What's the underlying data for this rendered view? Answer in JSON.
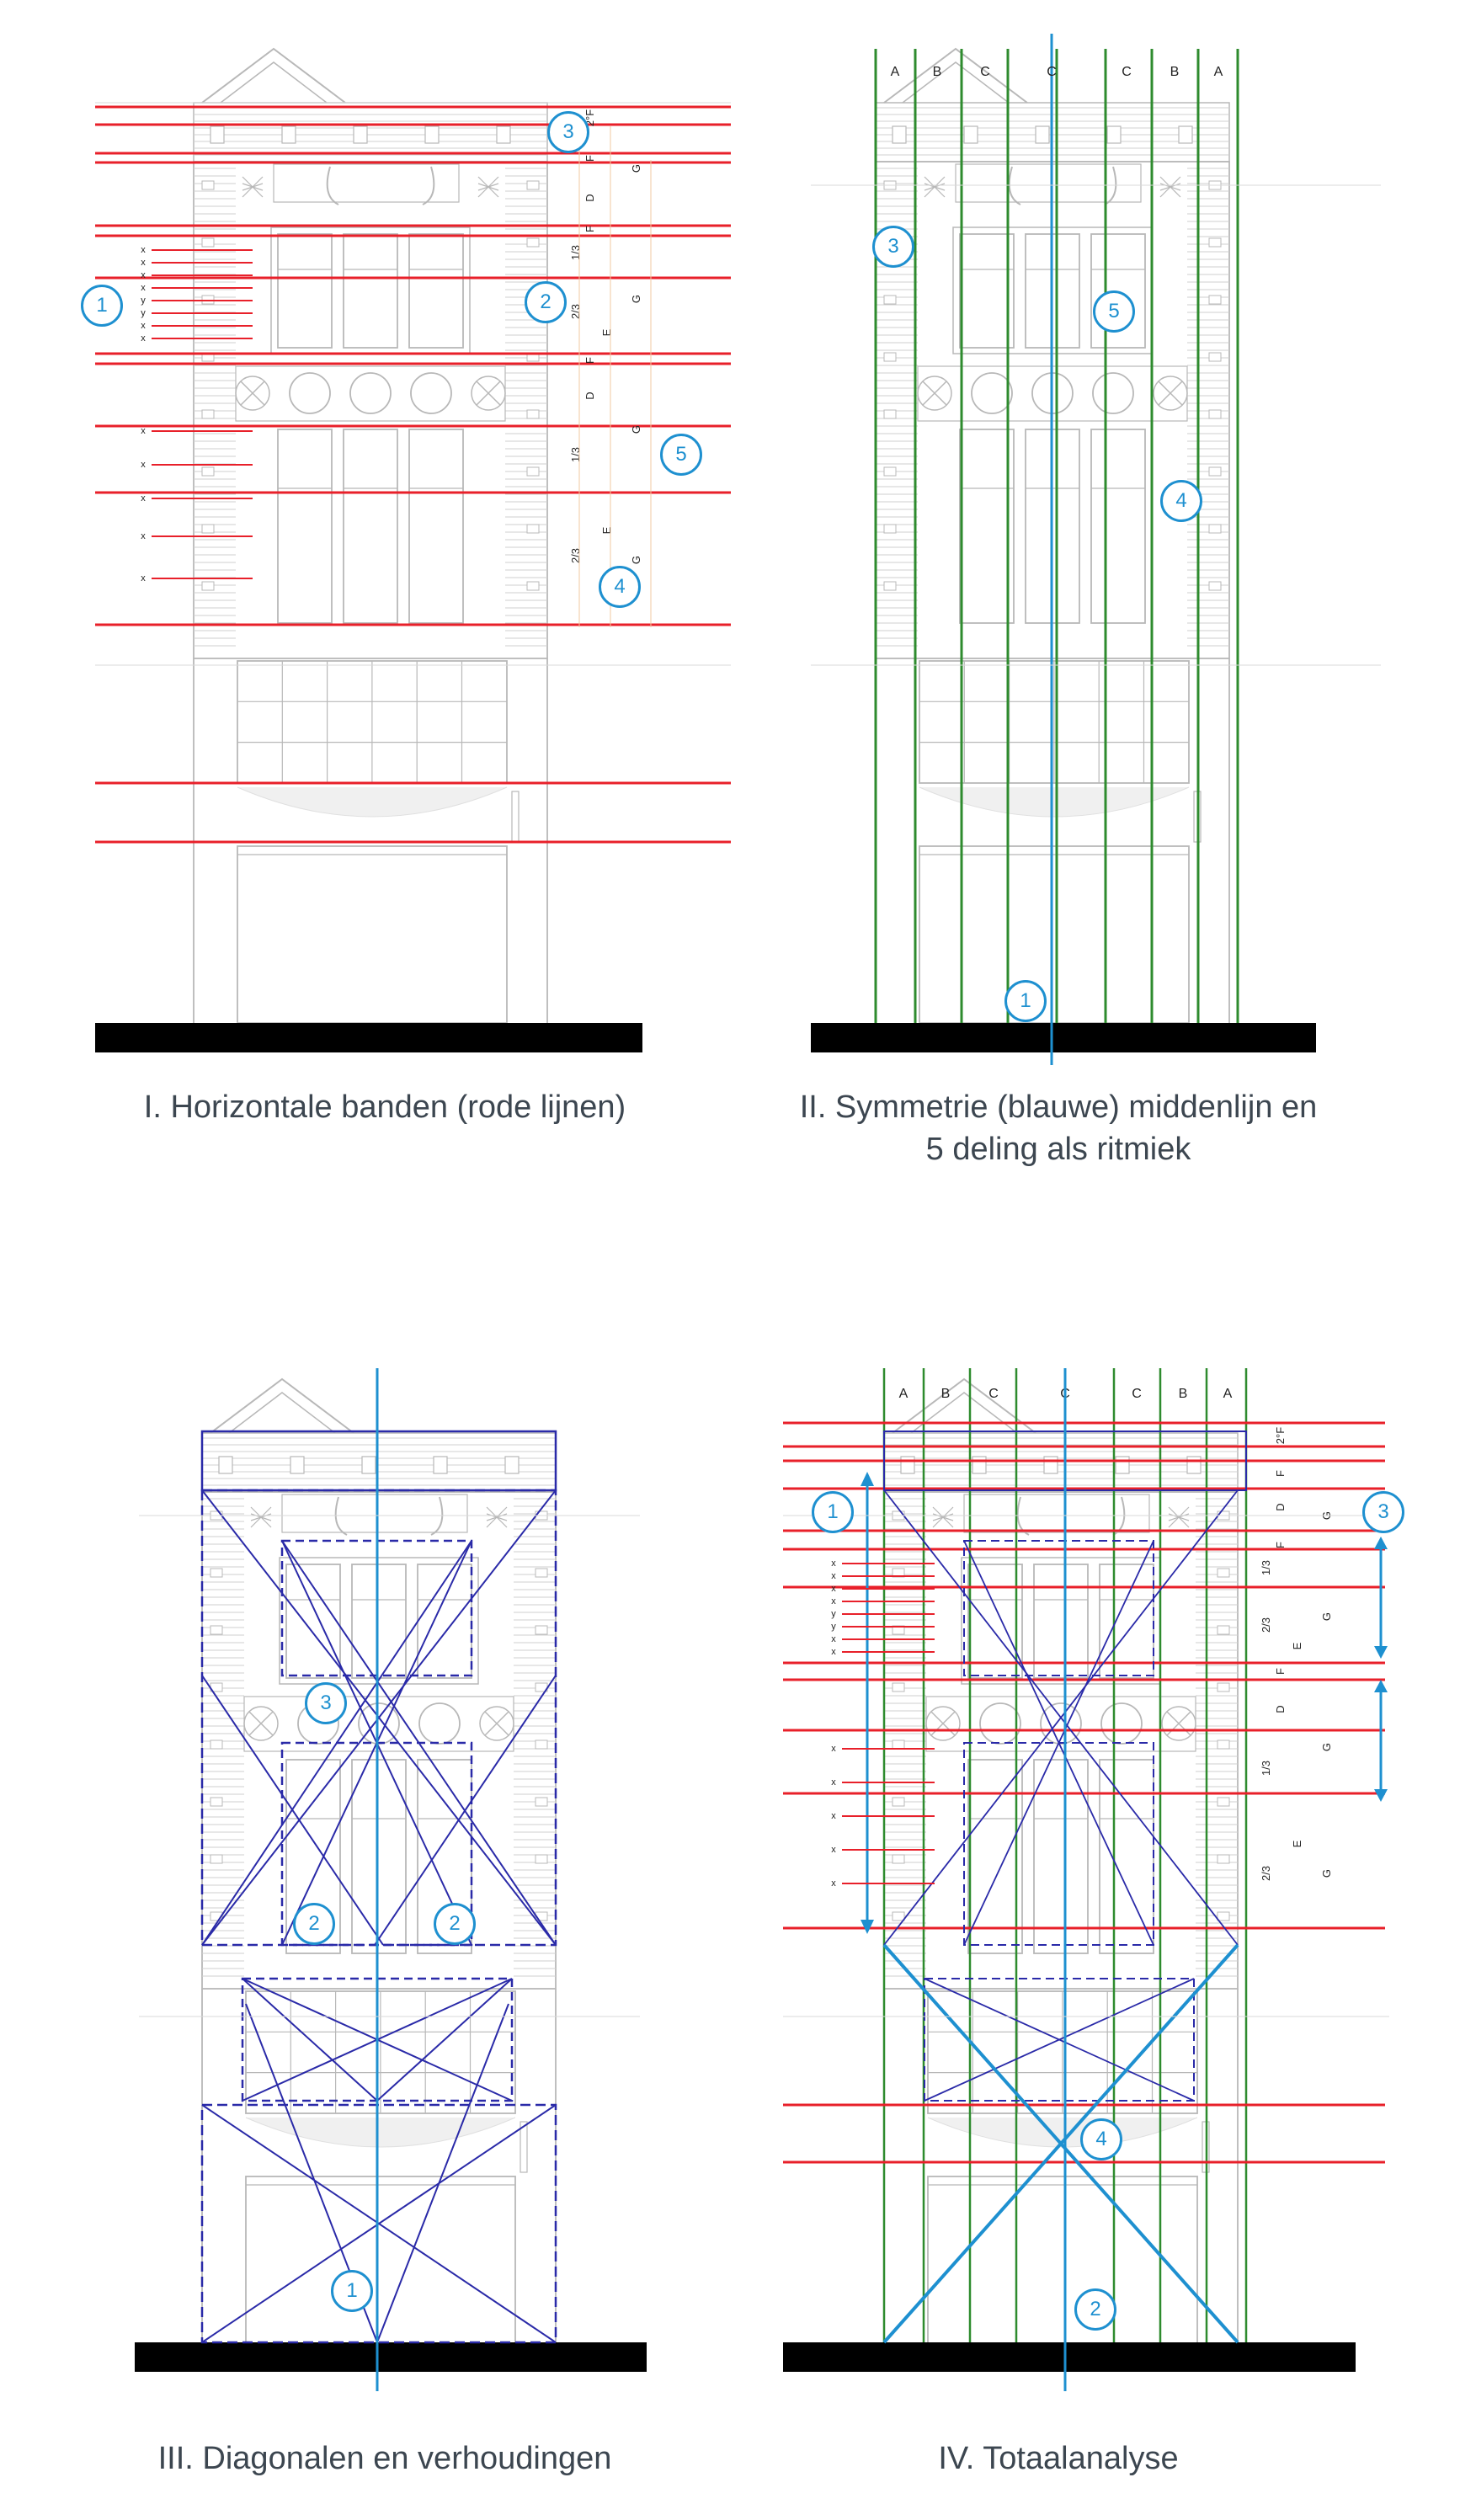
{
  "panels": [
    {
      "id": "I",
      "caption_lines": [
        "I. Horizontale banden (rode lijnen)"
      ],
      "markers": [
        "1",
        "2",
        "3",
        "4",
        "5"
      ],
      "dim_labels": [
        "2°F",
        "F",
        "G",
        "D",
        "F",
        "1/3",
        "2/3",
        "E",
        "G",
        "F",
        "D",
        "G",
        "1/3",
        "E",
        "2/3",
        "G"
      ],
      "tick_labels": [
        "x",
        "x",
        "x",
        "x",
        "y",
        "y",
        "x",
        "x",
        "x",
        "x",
        "x",
        "x",
        "x"
      ]
    },
    {
      "id": "II",
      "caption_lines": [
        "II. Symmetrie (blauwe) middenlijn en",
        "5 deling als ritmiek"
      ],
      "markers": [
        "1",
        "3",
        "4",
        "5"
      ],
      "column_labels": [
        "A",
        "B",
        "C",
        "C",
        "C",
        "B",
        "A"
      ]
    },
    {
      "id": "III",
      "caption_lines": [
        "III. Diagonalen en verhoudingen"
      ],
      "markers": [
        "1",
        "2",
        "2",
        "3"
      ]
    },
    {
      "id": "IV",
      "caption_lines": [
        "IV. Totaalanalyse"
      ],
      "markers": [
        "1",
        "2",
        "3",
        "4"
      ],
      "column_labels": [
        "A",
        "B",
        "C",
        "C",
        "C",
        "B",
        "A"
      ],
      "dim_labels": [
        "2°F",
        "F",
        "D",
        "G",
        "F",
        "1/3",
        "2/3",
        "E",
        "G",
        "F",
        "D",
        "G",
        "1/3",
        "E",
        "2/3",
        "G"
      ],
      "tick_labels": [
        "x",
        "x",
        "x",
        "x",
        "y",
        "y",
        "x",
        "x",
        "x",
        "x",
        "x",
        "x",
        "x"
      ]
    }
  ],
  "colors": {
    "red_lines": "#e8202a",
    "green_lines": "#2e8b2e",
    "blue_center": "#1e90d0",
    "navy_lines": "#2a2aa8",
    "facade_gray": "#b8b8b8",
    "ground": "#000000",
    "marker": "#1e90d0"
  }
}
